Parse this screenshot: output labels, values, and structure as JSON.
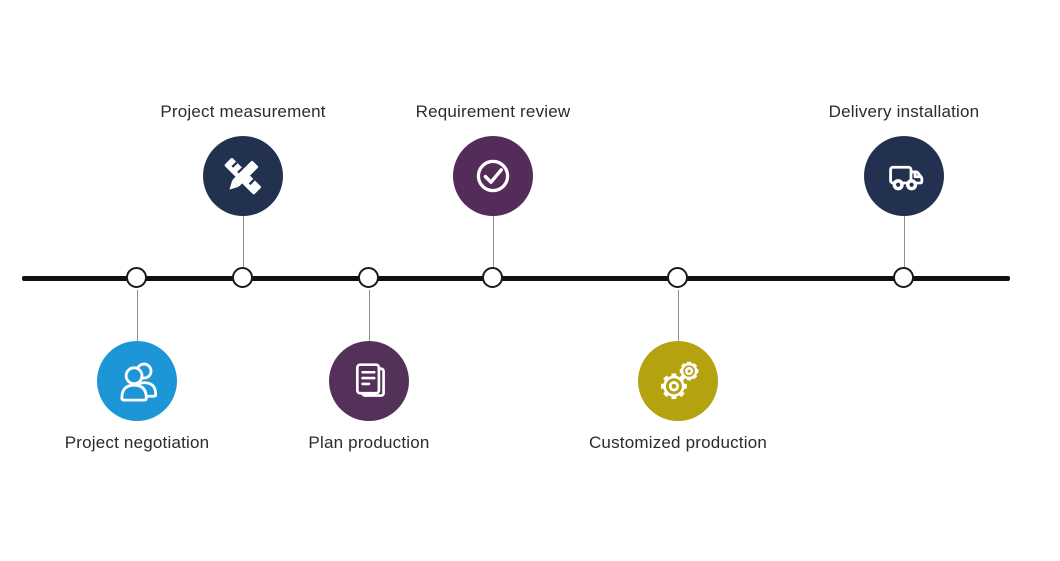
{
  "diagram": {
    "type": "timeline-process",
    "colors": {
      "timeline": "#111111",
      "node_fill": "#ffffff",
      "node_border": "#1a1a1a",
      "connector": "#8f8f8f",
      "label_text": "#2b2b2b",
      "background": "#ffffff"
    },
    "steps": [
      {
        "label": "Project negotiation",
        "icon": "people-icon",
        "color": "#1c96d6",
        "position": "below"
      },
      {
        "label": "Project measurement",
        "icon": "ruler-pencil-icon",
        "color": "#233150",
        "position": "above"
      },
      {
        "label": "Plan production",
        "icon": "document-icon",
        "color": "#543158",
        "position": "below"
      },
      {
        "label": "Requirement review",
        "icon": "check-circle-icon",
        "color": "#542c59",
        "position": "above"
      },
      {
        "label": "Customized production",
        "icon": "gears-icon",
        "color": "#b4a20f",
        "position": "below"
      },
      {
        "label": "Delivery installation",
        "icon": "truck-icon",
        "color": "#233150",
        "position": "above"
      }
    ]
  }
}
